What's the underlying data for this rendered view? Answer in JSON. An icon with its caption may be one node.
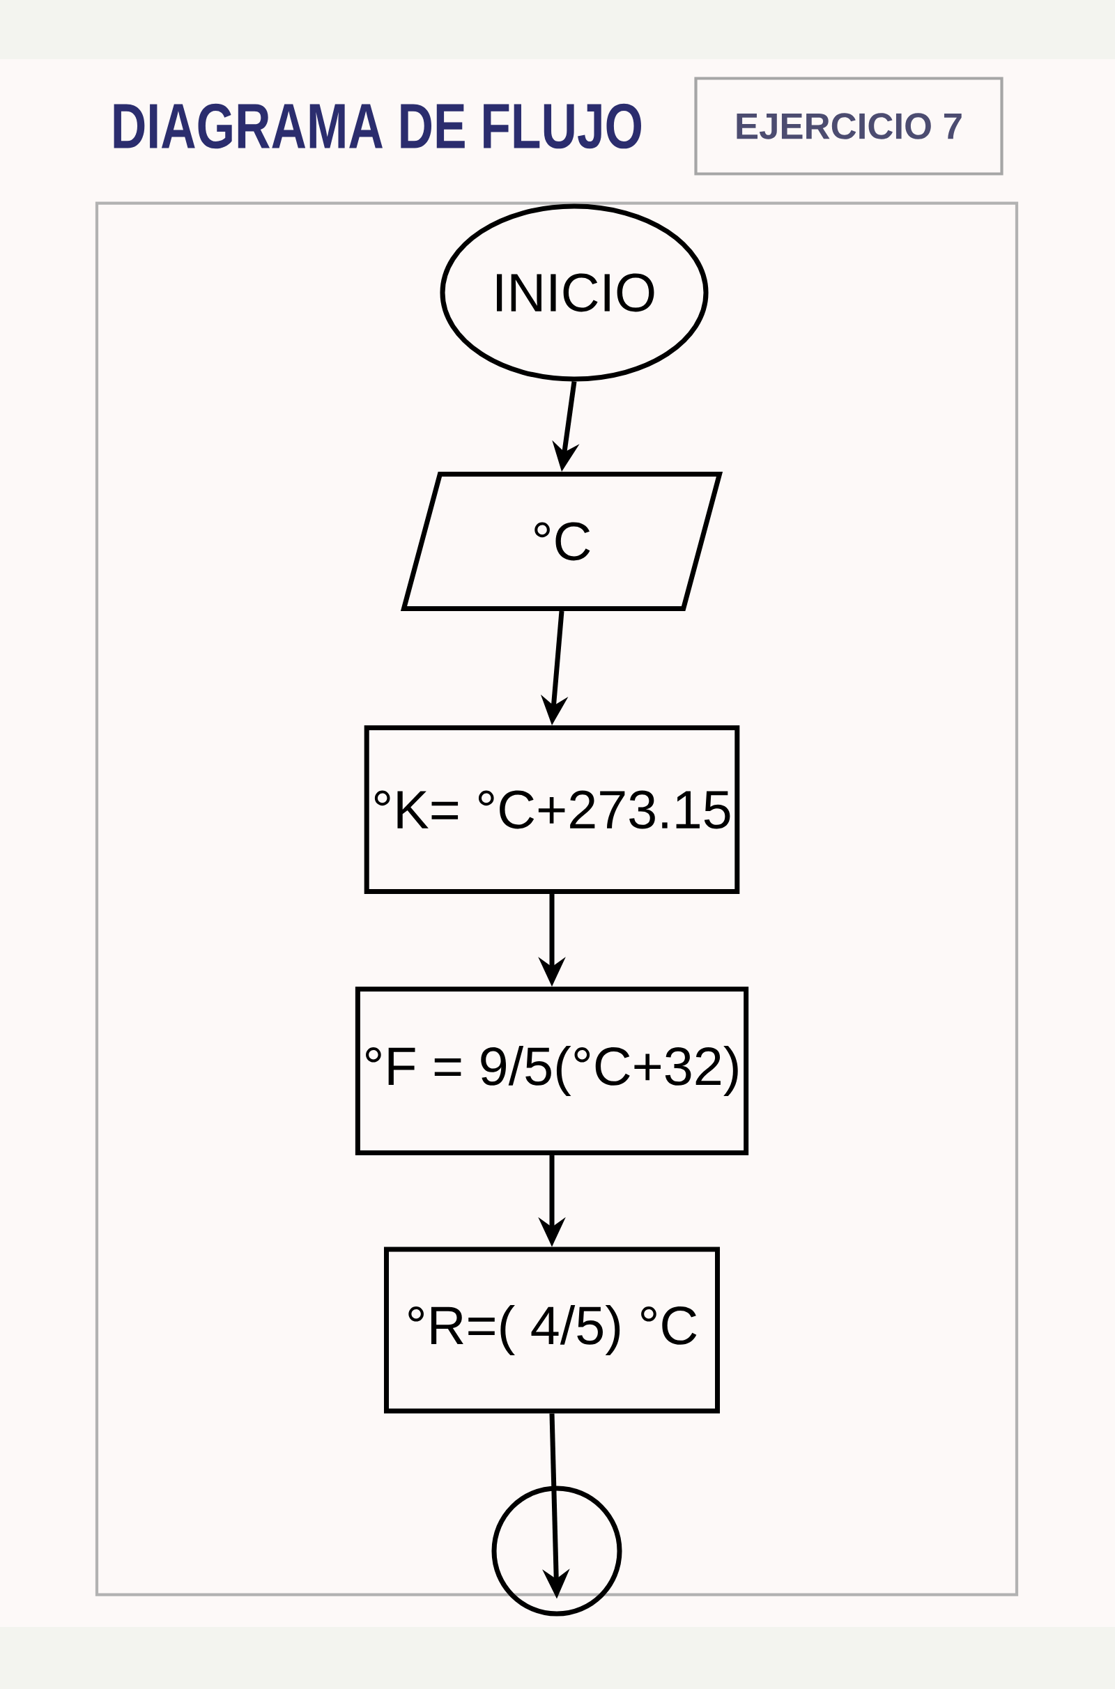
{
  "diagram": {
    "title": "DIAGRAMA DE FLUJO",
    "nodes": [
      {
        "text": [
          "EJERCICIO 7"
        ]
      },
      {
        "text": [],
        "shape": "box"
      },
      {
        "text": [
          "INICIO"
        ],
        "in": 1
      },
      {
        "text": [
          "°C"
        ],
        "in": 1
      },
      {
        "text": [
          "°K= °C+273.15"
        ],
        "in": 1
      },
      {
        "text": [
          "°F = 9/5(°C+32)"
        ],
        "in": 1
      },
      {
        "text": [
          "°R=( 4/5) °C"
        ],
        "in": 1
      },
      {
        "text": [],
        "shape": "circle"
      }
    ],
    "edges": [
      {
        "from": 2,
        "to": 3,
        "arrow": "to"
      },
      {
        "from": 3,
        "to": 4,
        "arrow": "to"
      },
      {
        "from": 4,
        "to": 5,
        "arrow": "to"
      },
      {
        "from": 5,
        "to": 6,
        "arrow": "to"
      },
      {
        "from": 6,
        "to": 7,
        "arrow": "to"
      }
    ]
  }
}
